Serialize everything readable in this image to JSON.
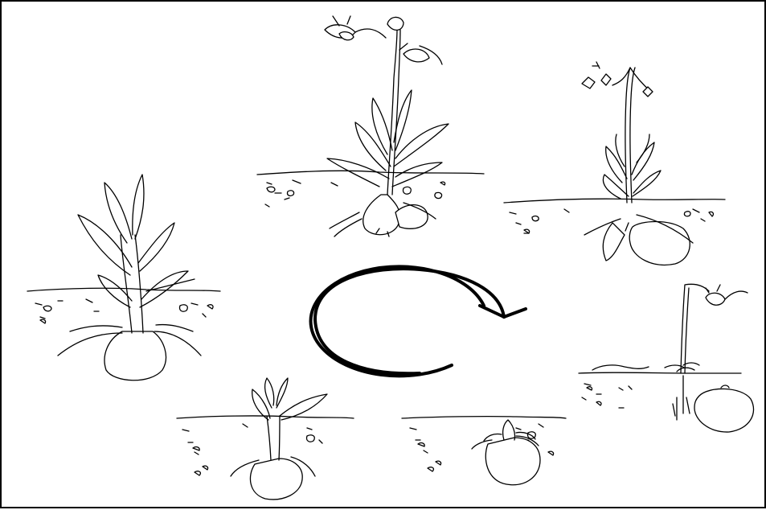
{
  "diagram": {
    "type": "life-cycle",
    "ink_color": "#000000",
    "background": "#ffffff",
    "stages": [
      {
        "id": "stage-1",
        "name": "dormant-tuber"
      },
      {
        "id": "stage-2",
        "name": "rosette-emerging"
      },
      {
        "id": "stage-3",
        "name": "leafy-shoot"
      },
      {
        "id": "stage-4",
        "name": "flowering"
      },
      {
        "id": "stage-5",
        "name": "fruiting"
      },
      {
        "id": "stage-6",
        "name": "senescent"
      }
    ],
    "cycle_arrow": {
      "direction": "clockwise",
      "icon": "cycle-arrow-icon"
    }
  }
}
